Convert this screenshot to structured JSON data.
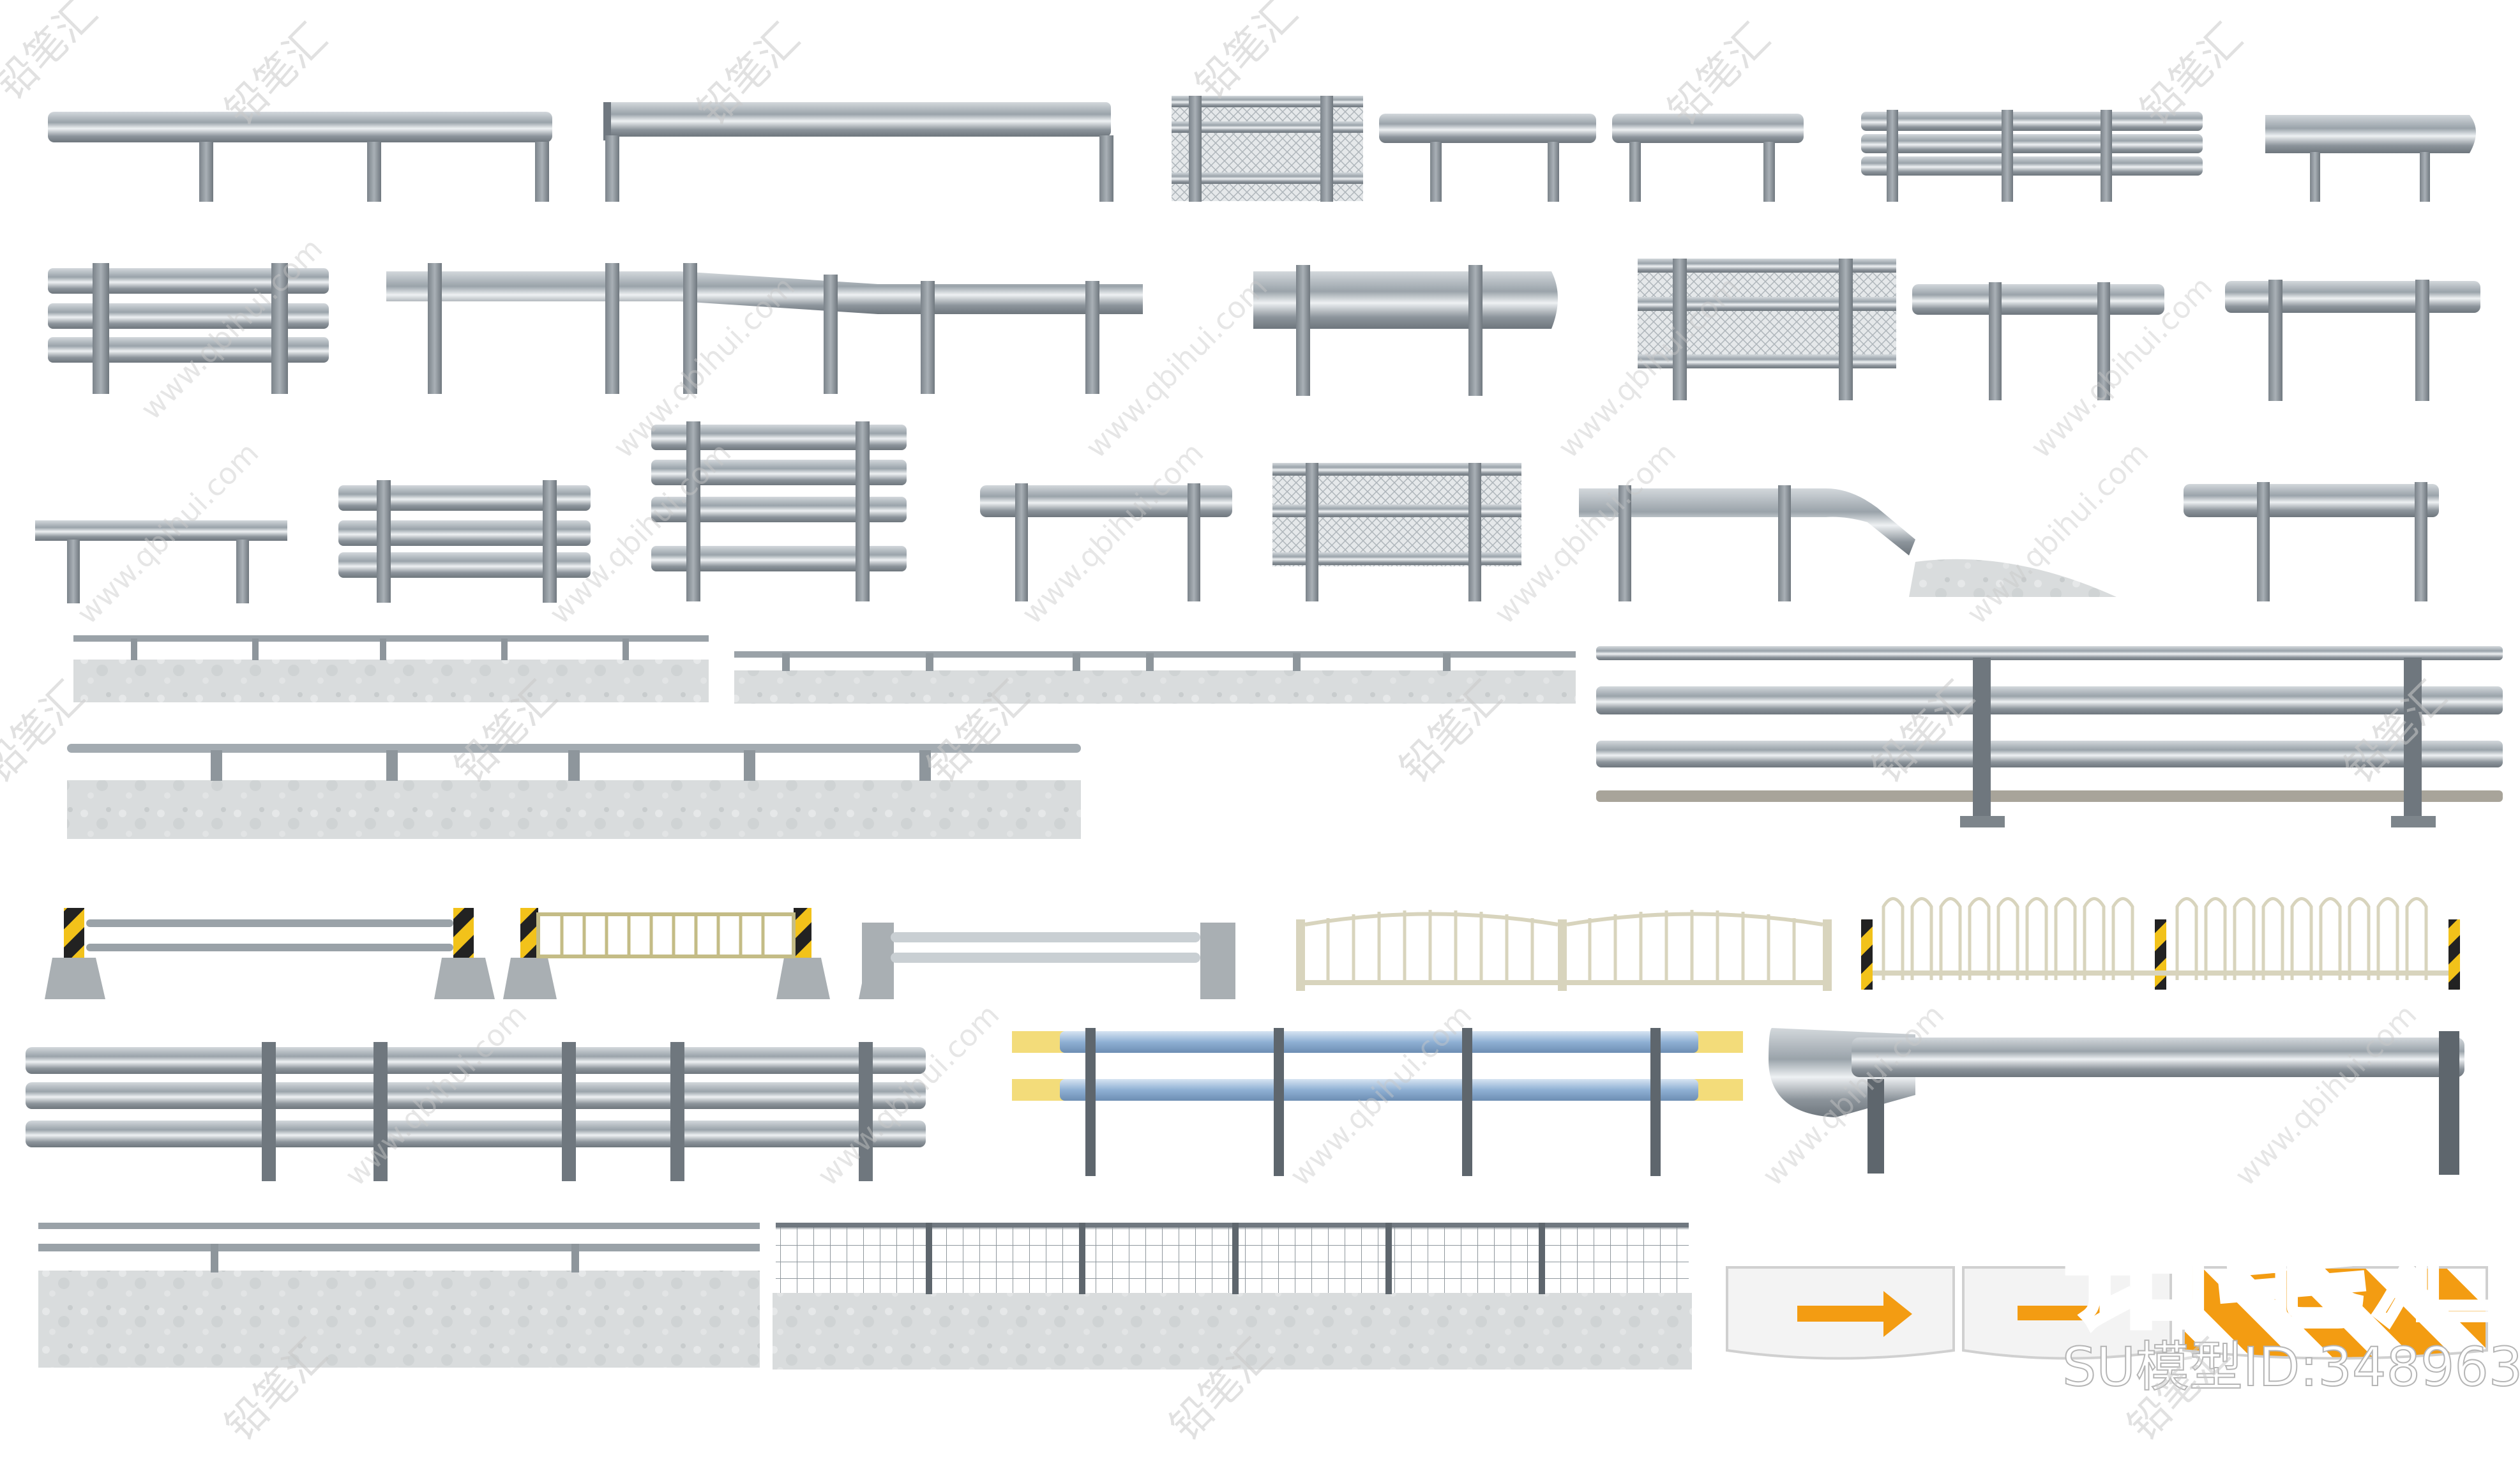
{
  "watermark": {
    "brand": "铅笔汇",
    "url": "www.qbihui.com"
  },
  "model_id": {
    "brand": "铅笔汇",
    "line": "SU模型ID:348963"
  },
  "colors": {
    "steel": "#8a939b",
    "steel_dark": "#6d757c",
    "steel_light": "#c3c9ce",
    "concrete": "#d6d9da",
    "stripe_yellow": "#f2c21a",
    "stripe_black": "#222222",
    "orange": "#f39c12",
    "fence_cream": "#e9e6d6",
    "blue_steel": "#9ab6d8",
    "gold": "#f3dc7a"
  }
}
